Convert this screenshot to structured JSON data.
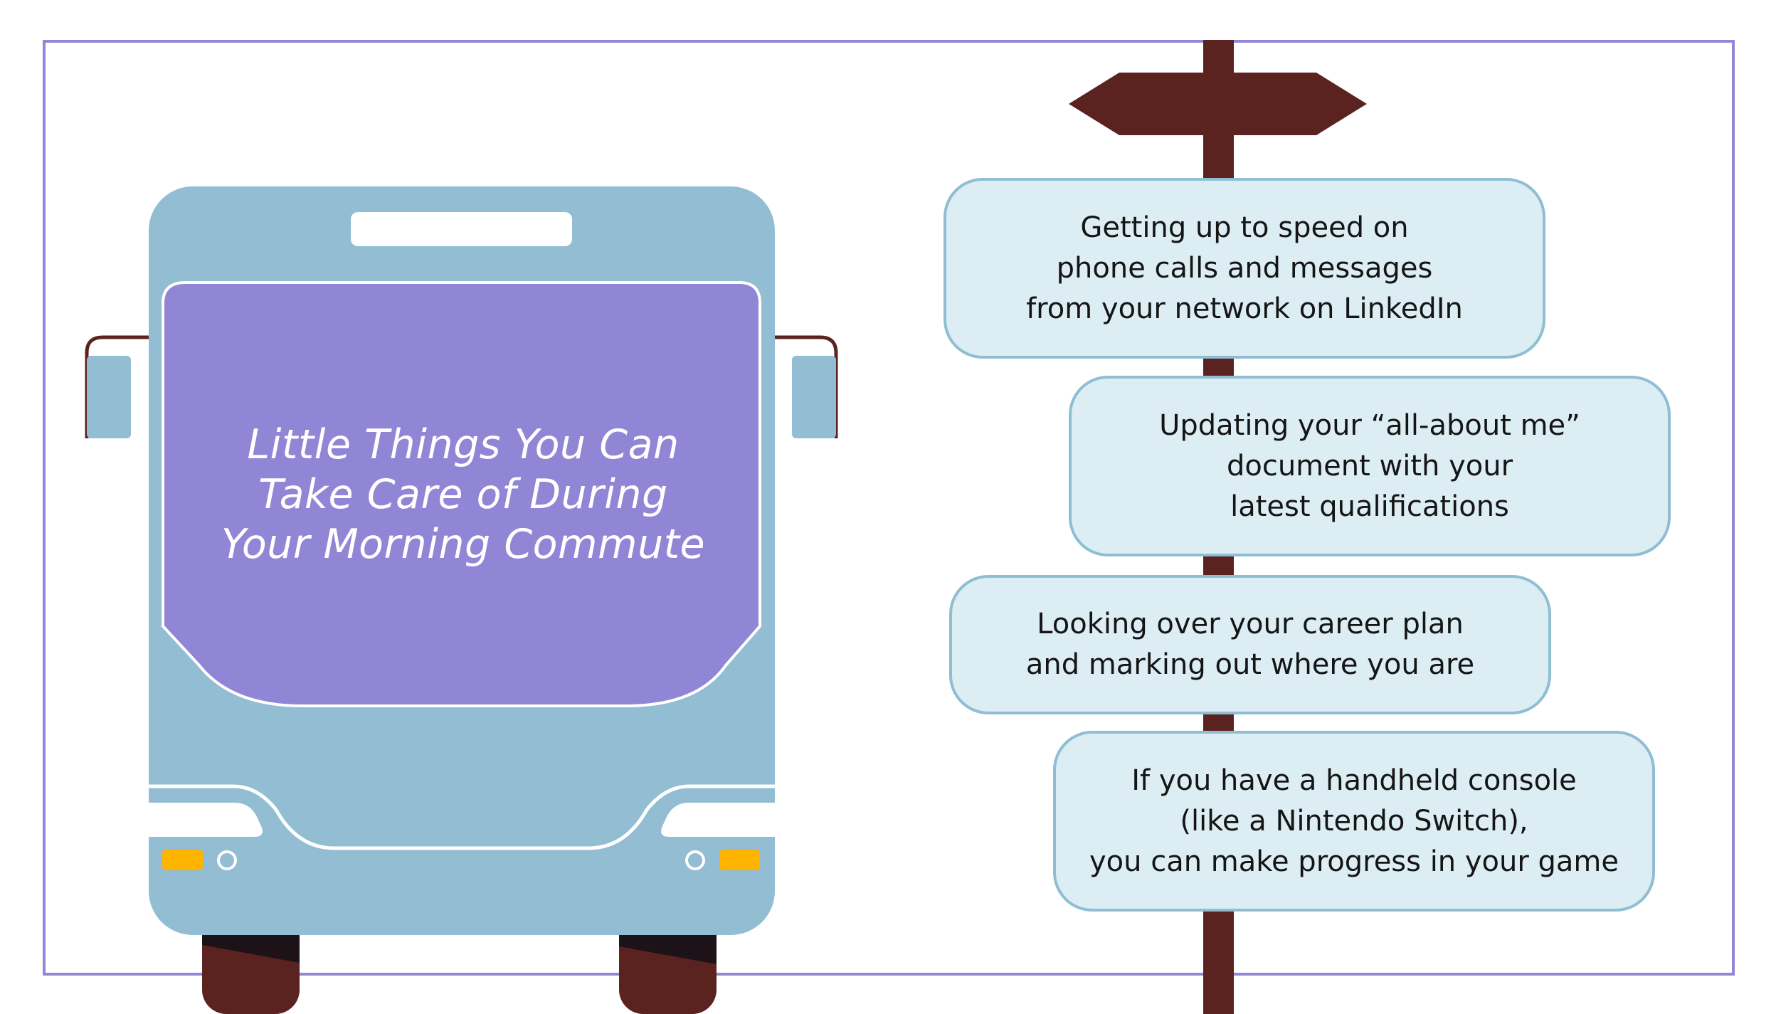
{
  "title": {
    "line1": "Little Things You Can",
    "line2": "Take Care of During",
    "line3": "Your Morning Commute"
  },
  "signs": [
    {
      "line1": "Getting up to speed on",
      "line2": "phone calls and messages",
      "line3": "from your network on LinkedIn"
    },
    {
      "line1": "Updating your “all-about me”",
      "line2": "document with your",
      "line3": "latest qualifications"
    },
    {
      "line1": "Looking over your career plan",
      "line2": "and marking out where you are"
    },
    {
      "line1": "If you have a handheld console",
      "line2": "(like a Nintendo Switch),",
      "line3": "you can make progress in your game"
    }
  ],
  "colors": {
    "frame": "#9187d6",
    "bus_body": "#92bdd2",
    "windshield": "#9185d6",
    "sign_fill": "#dcedf4",
    "sign_border": "#8fbed3",
    "post": "#5a2320",
    "indicator": "#ffb400"
  },
  "icons": {
    "bus": "bus-front-icon",
    "signpost": "signpost-icon"
  }
}
